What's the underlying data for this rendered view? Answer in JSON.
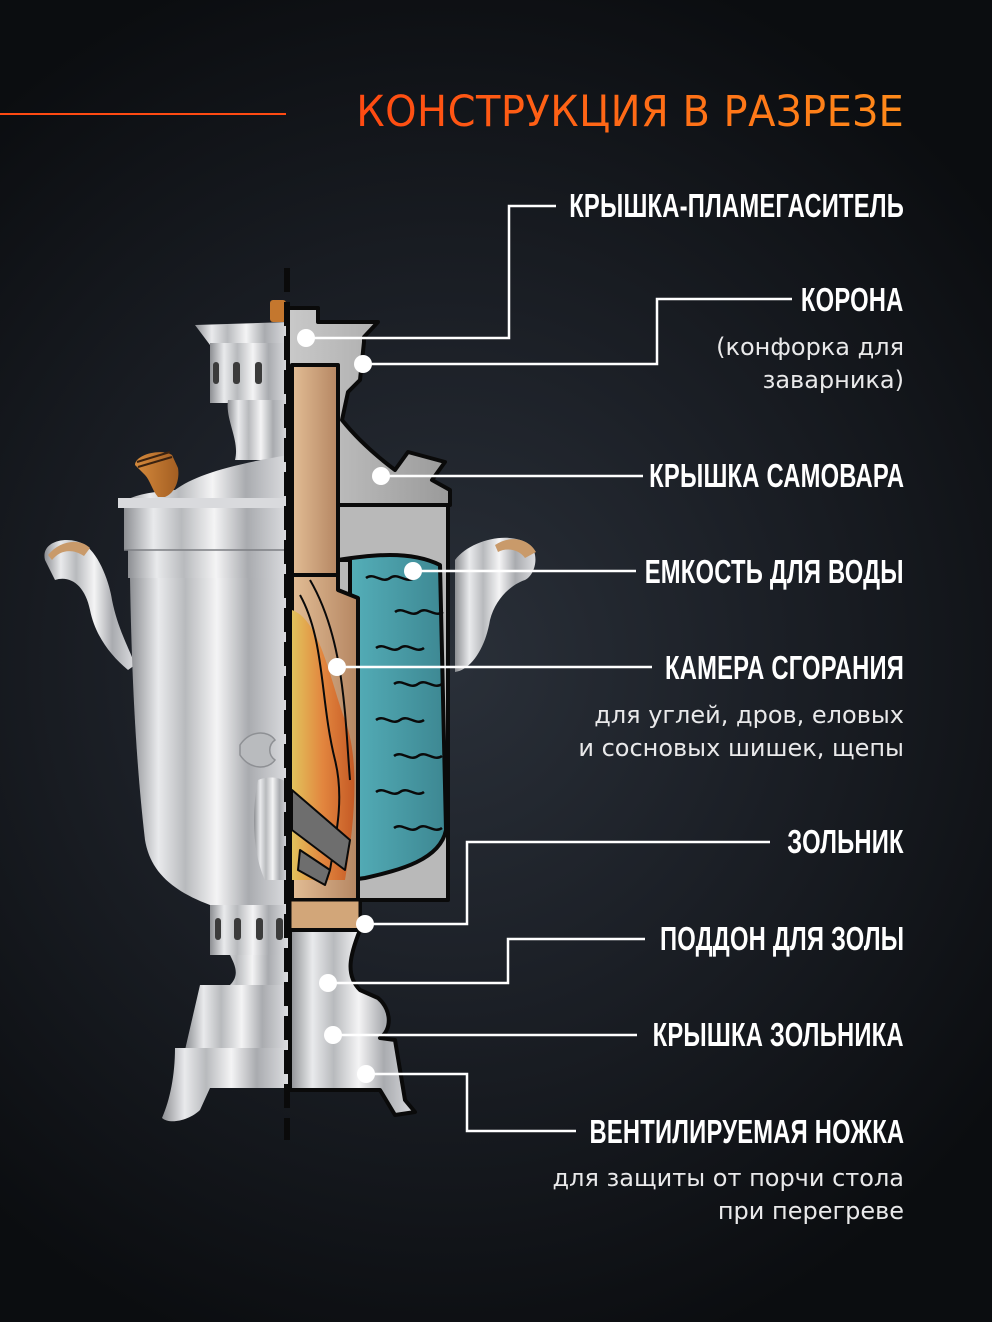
{
  "title": "КОНСТРУКЦИЯ В РАЗРЕЗЕ",
  "colors": {
    "accent_start": "#ff4a12",
    "accent_end": "#ff8a1a",
    "background": "#1c2027",
    "water": "#4aa3ad",
    "fire": "#e07a3c",
    "chamber": "#d7b08a",
    "leader_line": "#ffffff"
  },
  "parts": [
    {
      "label": "КРЫШКА-ПЛАМЕГАСИТЕЛЬ",
      "description": ""
    },
    {
      "label": "КОРОНА",
      "description": "(конфорка для\nзаварника)",
      "description_lines": [
        "(конфорка для",
        "заварника)"
      ]
    },
    {
      "label": "КРЫШКА САМОВАРА",
      "description": ""
    },
    {
      "label": "ЕМКОСТЬ ДЛЯ ВОДЫ",
      "description": ""
    },
    {
      "label": "КАМЕРА СГОРАНИЯ",
      "description_lines": [
        "для углей, дров, еловых",
        "и сосновых шишек, щепы"
      ]
    },
    {
      "label": "ЗОЛЬНИК",
      "description": ""
    },
    {
      "label": "ПОДДОН ДЛЯ ЗОЛЫ",
      "description": ""
    },
    {
      "label": "КРЫШКА ЗОЛЬНИКА",
      "description": ""
    },
    {
      "label": "ВЕНТИЛИРУЕМАЯ НОЖКА",
      "description_lines": [
        "для защиты от порчи стола",
        "при перегреве"
      ]
    }
  ]
}
